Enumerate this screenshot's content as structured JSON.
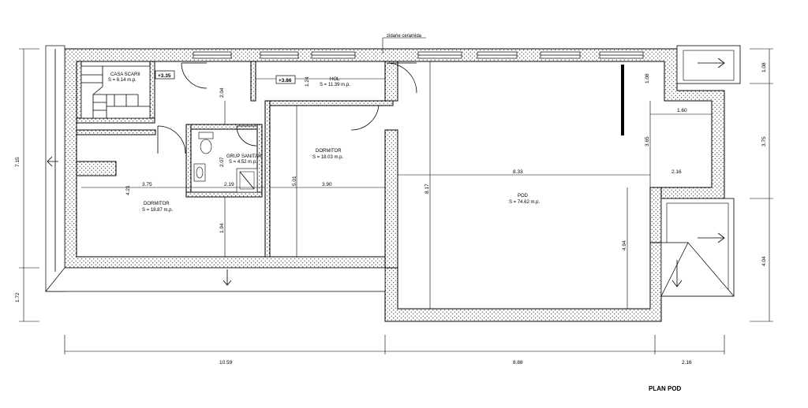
{
  "title": "PLAN POD",
  "note": "zidarie ceramida",
  "rooms": {
    "casa_scarii": {
      "name": "CASA SCARII",
      "area": "S = 6.14 m.p."
    },
    "hol": {
      "name": "HOL",
      "area": "S = 11.39 m.p."
    },
    "grup_sanitar": {
      "name": "GRUP SANITAR",
      "area": "S = 4.52 m.p."
    },
    "dormitor_1": {
      "name": "DORMITOR",
      "area": "S = 18.03 m.p."
    },
    "dormitor_2": {
      "name": "DORMITOR",
      "area": "S = 18.87 m.p."
    },
    "pod": {
      "name": "POD",
      "area": "S = 74.62 m.p."
    }
  },
  "levels": {
    "stair": "+3.35",
    "hall": "+3.86"
  },
  "dimensions": {
    "hall_h": "1.24",
    "stair_gap": "2.04",
    "wc_h": "2.07",
    "wc_w": "2.19",
    "dorm2_w": "3.75",
    "dorm2_h1": "4.21",
    "dorm2_h2": "1.94",
    "dorm1_h": "5.01",
    "dorm1_w": "3.90",
    "pod_h": "8.17",
    "pod_w": "8.33",
    "pod_side": "2.16",
    "pod_low": "4.94",
    "right_top_gap": "1.08",
    "right_notch": "1.60",
    "right_mid": "3.65",
    "bottom_left": "10.59",
    "bottom_mid": "8.88",
    "bottom_right": "2.16",
    "left_main": "7.15",
    "left_low": "1.72",
    "right_1": "1.08",
    "right_2": "3.75",
    "right_3": "4.04"
  }
}
